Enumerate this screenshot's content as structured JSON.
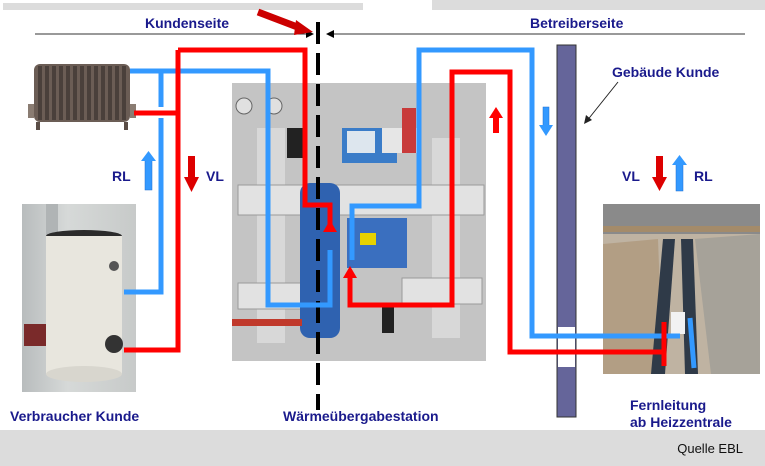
{
  "header": {
    "left_title": "Kundenseite",
    "right_title": "Betreiberseite"
  },
  "labels": {
    "building": "Gebäude Kunde",
    "consumer": "Verbraucher Kunde",
    "station": "Wärmeübergabestation",
    "pipeline_line1": "Fernleitung",
    "pipeline_line2": "ab Heizzentrale",
    "left_rl": "RL",
    "left_vl": "VL",
    "right_vl": "VL",
    "right_rl": "RL"
  },
  "footer": {
    "source": "Quelle EBL"
  },
  "colors": {
    "supply": "#ff0000",
    "return": "#3399ff",
    "label": "#1a1a8c",
    "wall": "#65659a",
    "boundary": "#000000"
  },
  "images": {
    "radiator": "radiator-photo",
    "boiler": "hot-water-tank-photo",
    "station": "heat-transfer-station-photo",
    "trench": "district-heating-trench-photo"
  }
}
